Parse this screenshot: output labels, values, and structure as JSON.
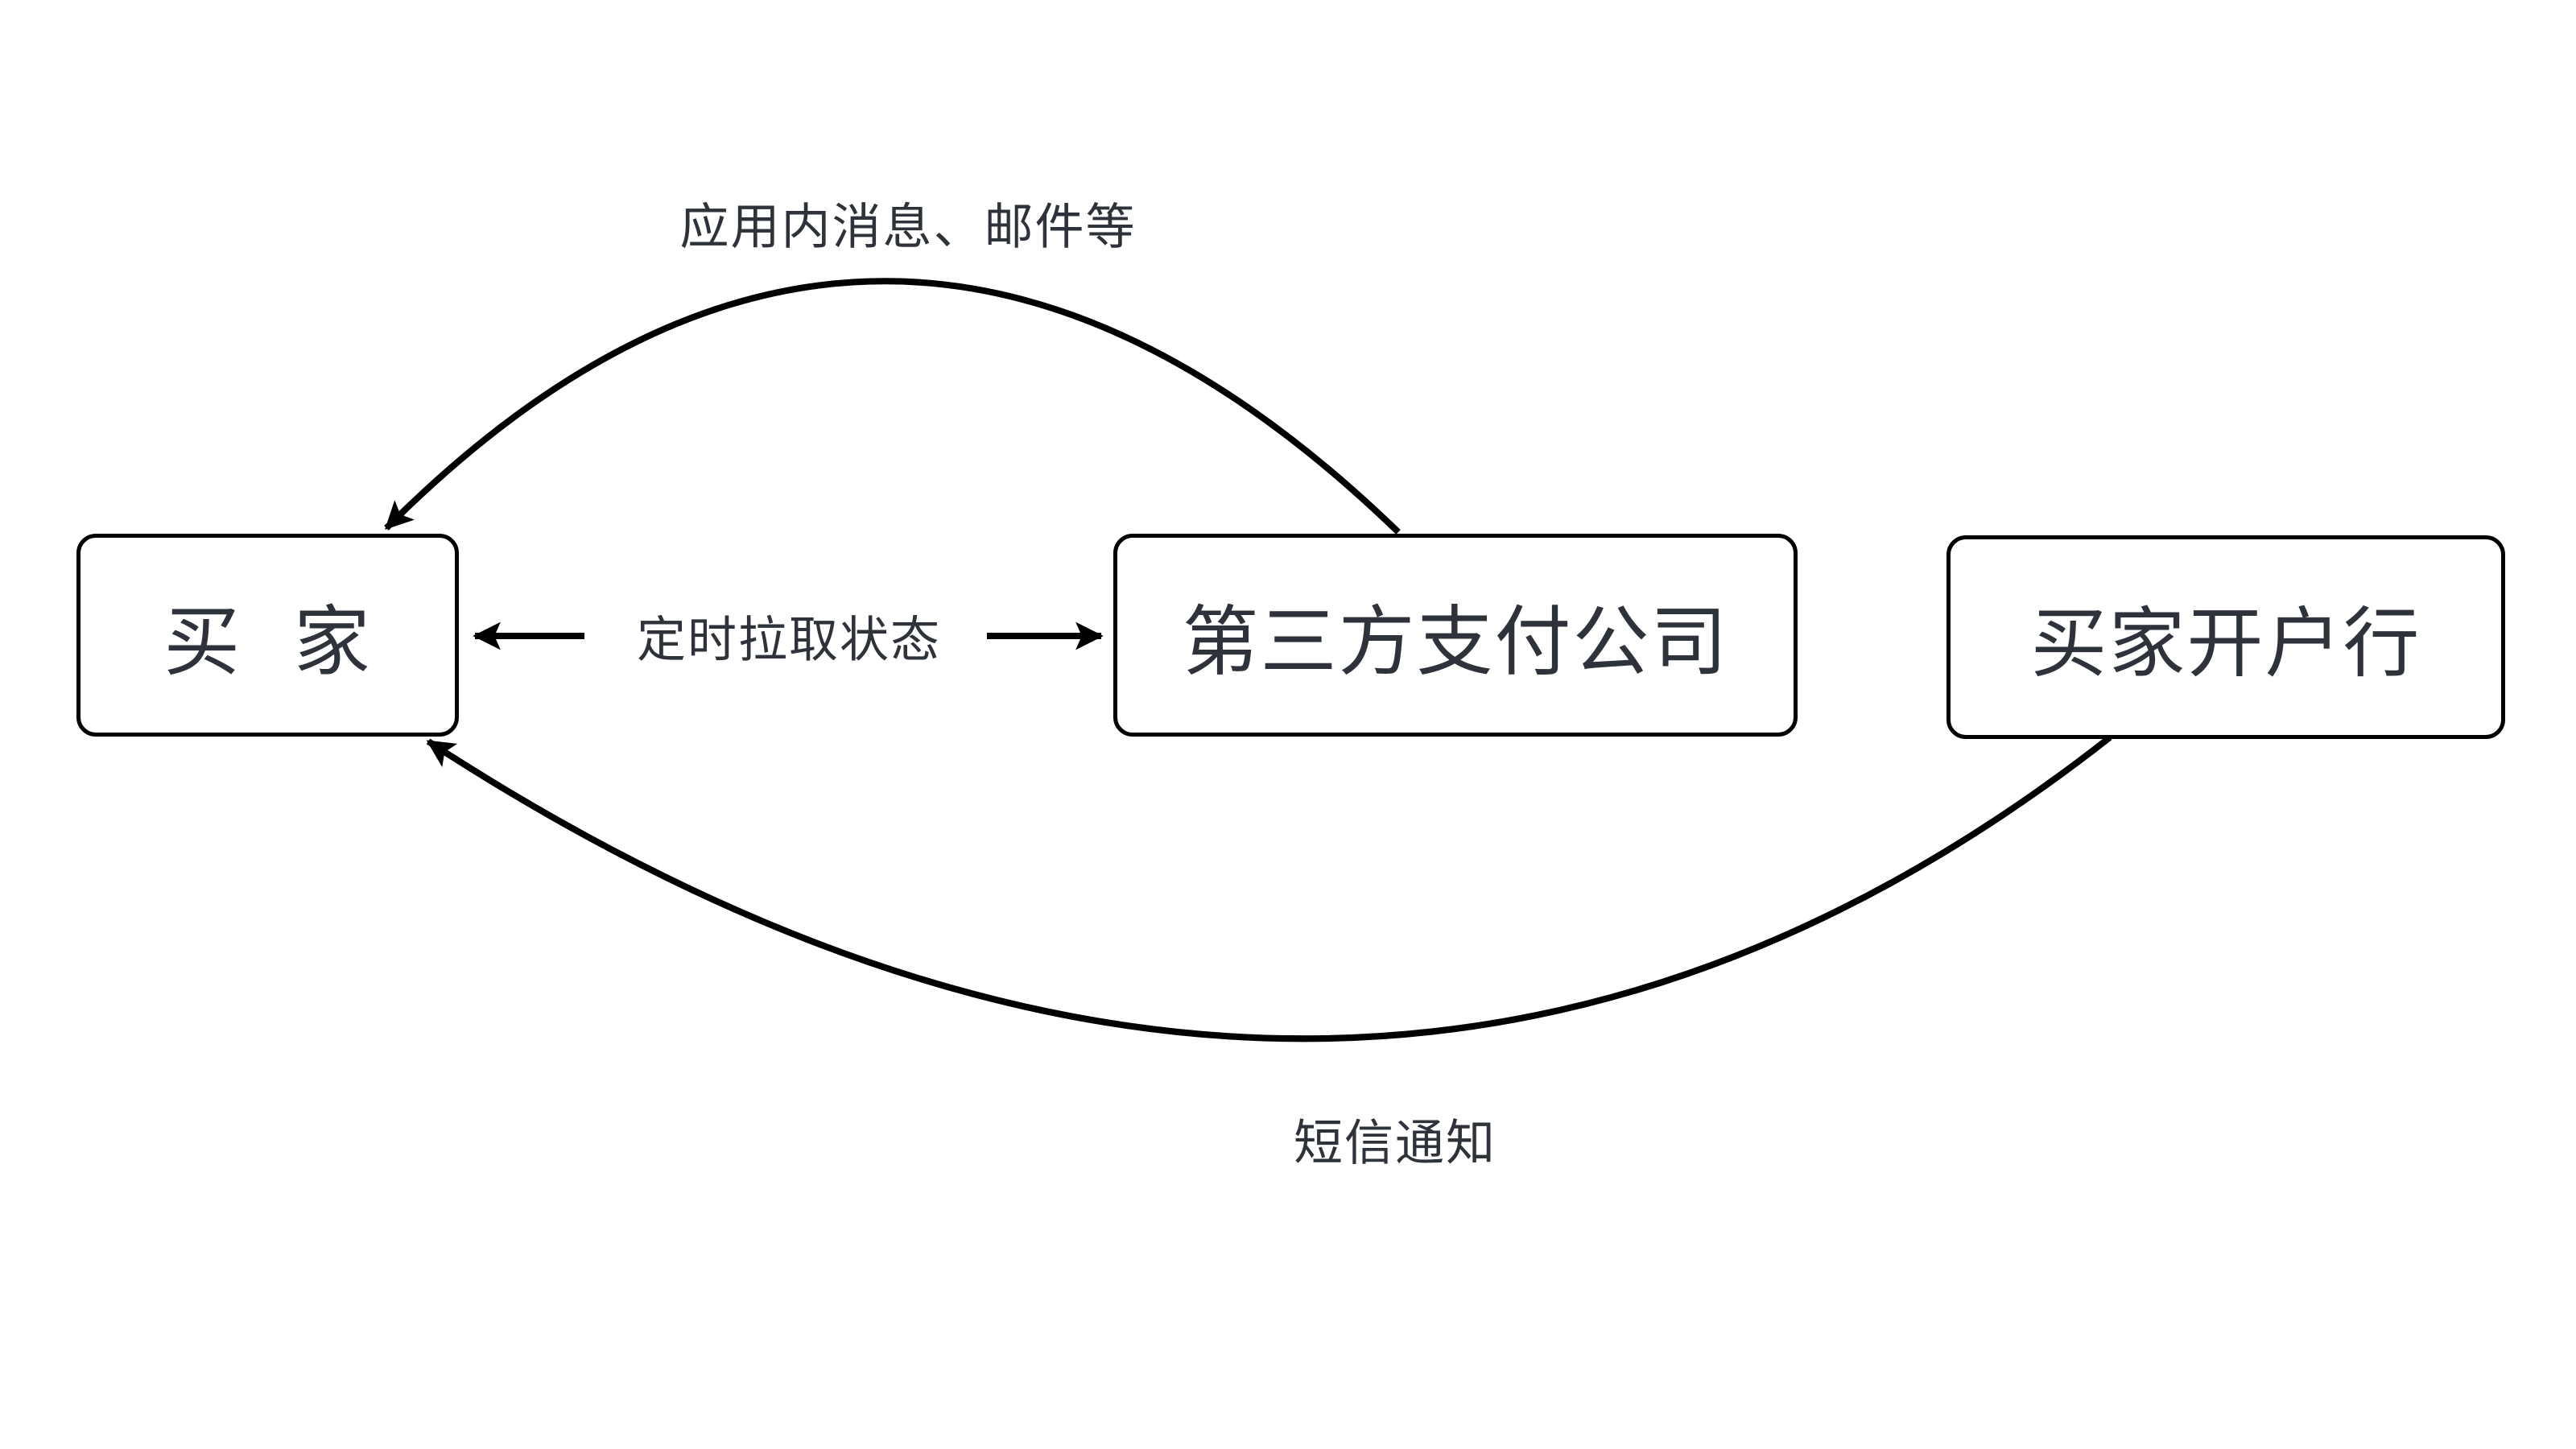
{
  "diagram": {
    "title": "third-party-payment-notification-flow",
    "background_color": "#ffffff",
    "line_color": "#000000",
    "text_color": "#2e323a",
    "nodes": [
      {
        "id": "buyer",
        "label": "买  家"
      },
      {
        "id": "payment",
        "label": "第三方支付公司"
      },
      {
        "id": "bank",
        "label": "买家开户行"
      }
    ],
    "edges": [
      {
        "id": "push",
        "label": "应用内消息、邮件等",
        "from": "payment",
        "to": "buyer",
        "style": "curved-arc-top",
        "arrowhead_at": "buyer-top"
      },
      {
        "id": "poll",
        "label": "定时拉取状态",
        "from": "buyer",
        "to": "payment",
        "style": "straight-double-arrow",
        "arrowhead_at": "both"
      },
      {
        "id": "sms",
        "label": "短信通知",
        "from": "bank",
        "to": "buyer",
        "style": "curved-arc-bottom",
        "arrowhead_at": "buyer-bottom"
      }
    ]
  }
}
